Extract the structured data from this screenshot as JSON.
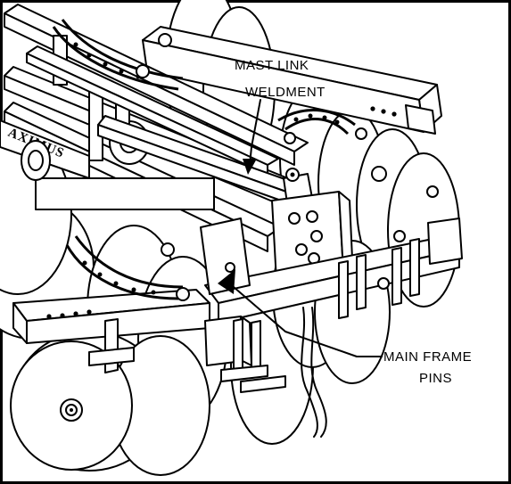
{
  "labels": {
    "mast_link_line1": "MAST LINK",
    "mast_link_line2": "WELDMENT",
    "main_frame_line1": "MAIN FRAME",
    "main_frame_line2": "PINS",
    "brand_text": "AXIMUS"
  },
  "colors": {
    "line": "#000000",
    "background": "#ffffff"
  }
}
